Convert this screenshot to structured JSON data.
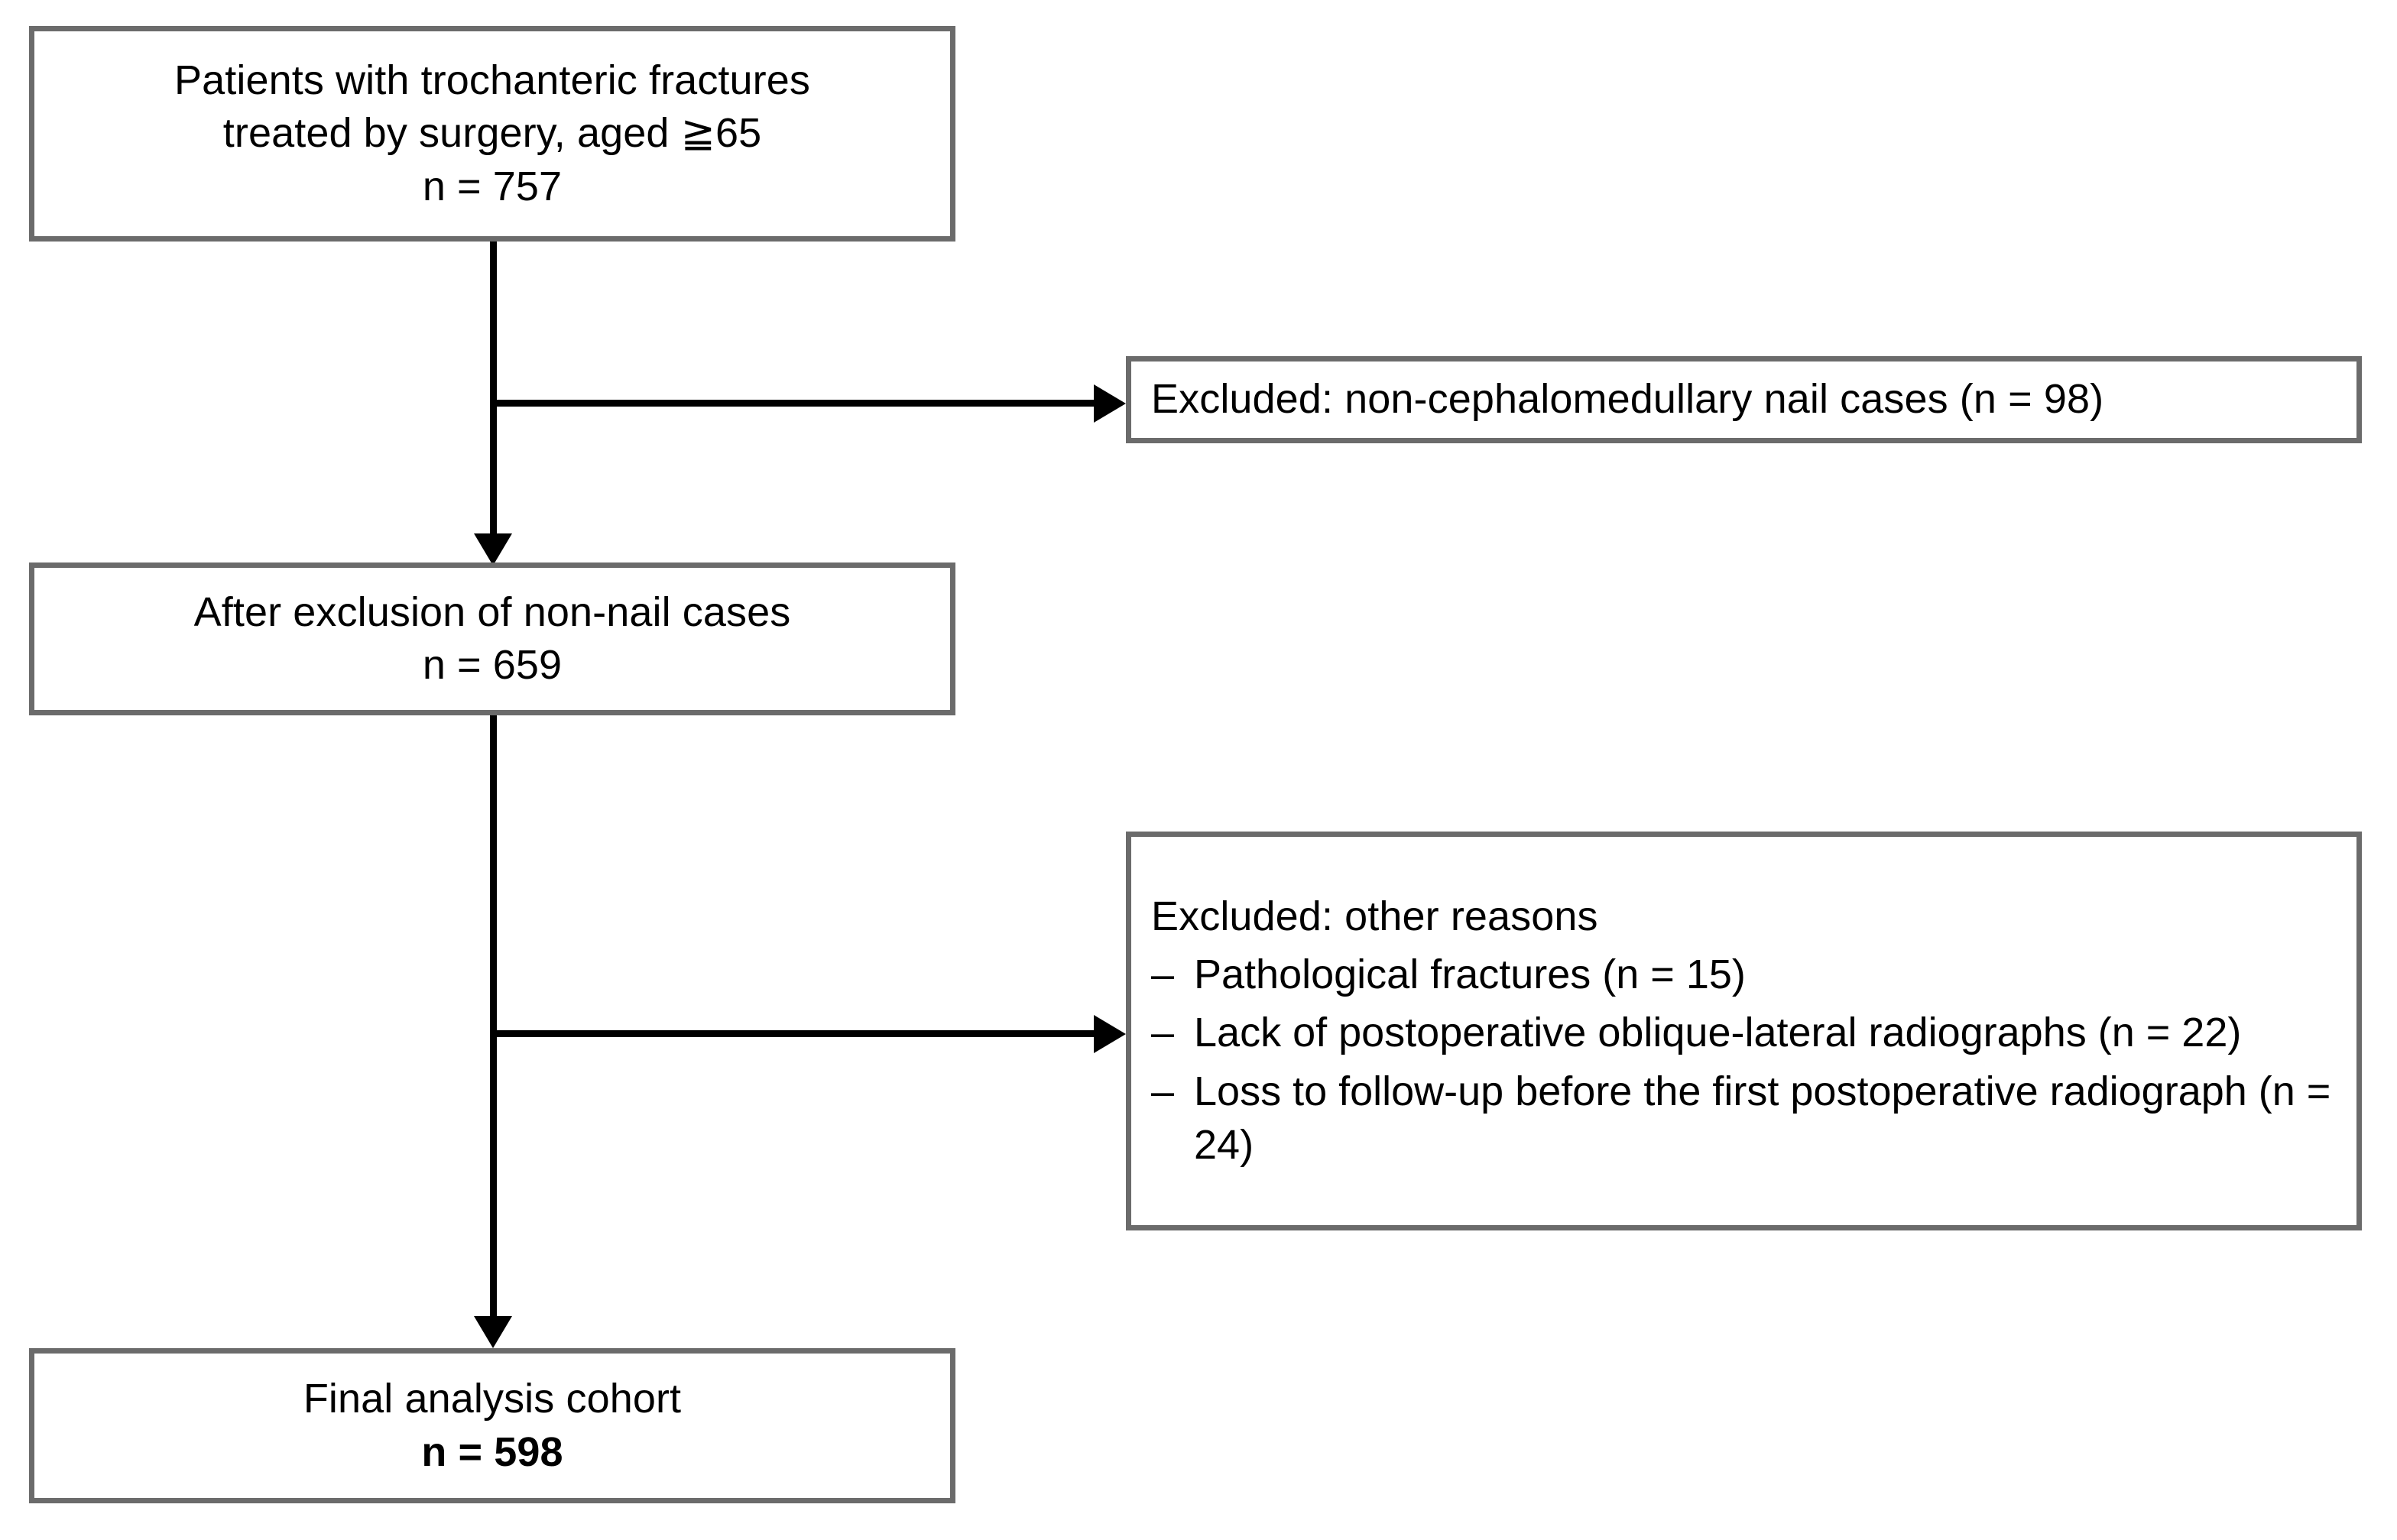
{
  "diagram": {
    "type": "flowchart",
    "title": "Patient selection flow diagram",
    "border_color": "#6b6b6b",
    "connector_color": "#000000",
    "background_color": "#ffffff"
  },
  "nodes": {
    "enrolled": {
      "line1": "Patients with trochanteric fractures",
      "line2": "treated by surgery, aged ≧65",
      "line3": "n = 757"
    },
    "excluded_nail": {
      "line1": "Excluded: non-cephalomedullary nail cases (n = 98)"
    },
    "after_exclusion": {
      "line1": "After exclusion of non-nail cases",
      "line2": "n = 659"
    },
    "excluded_other": {
      "heading": "Excluded: other reasons",
      "dash": "–",
      "reasons": [
        "Pathological fractures (n = 15)",
        "Lack of postoperative oblique-lateral radiographs (n = 22)",
        "Loss to follow-up before the first postoperative radiograph (n = 24)"
      ]
    },
    "final_cohort": {
      "line1": "Final analysis cohort",
      "line2": "n = 598"
    }
  },
  "chart_data": {
    "type": "diagram",
    "title": "Patient selection flow diagram",
    "stages": [
      {
        "label": "Patients with trochanteric fractures treated by surgery, aged ≧65",
        "n": 757
      },
      {
        "label": "After exclusion of non-nail cases",
        "n": 659
      },
      {
        "label": "Final analysis cohort",
        "n": 598
      }
    ],
    "exclusions": [
      {
        "label": "Excluded: non-cephalomedullary nail cases",
        "n": 98
      },
      {
        "label": "Pathological fractures",
        "n": 15
      },
      {
        "label": "Lack of postoperative oblique-lateral radiographs",
        "n": 22
      },
      {
        "label": "Loss to follow-up before the first postoperative radiograph",
        "n": 24
      }
    ]
  }
}
